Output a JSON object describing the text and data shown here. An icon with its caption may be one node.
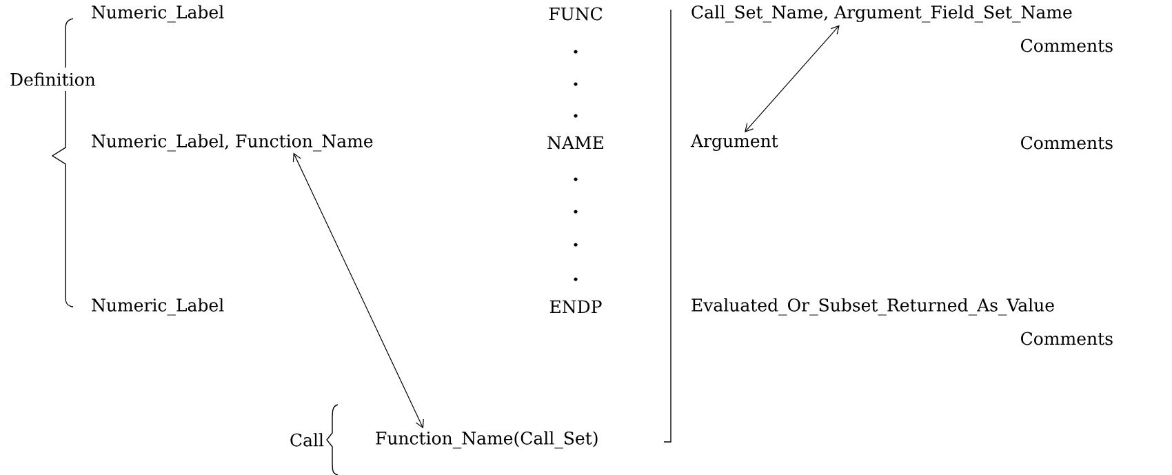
{
  "diagram": {
    "nodes": [
      {
        "text": [
          "Numeric_Label, Function_Name"
        ]
      },
      {
        "text": [
          "Function_Name(Call_Set)"
        ]
      },
      {
        "text": [
          "Call_Set_Name, Argument_Field_Set_Name"
        ]
      },
      {
        "text": [
          "Argument"
        ]
      }
    ],
    "edges": [
      {
        "from": 0,
        "to": 1,
        "arrow": "both"
      },
      {
        "from": 2,
        "to": 3,
        "arrow": "both"
      }
    ],
    "labels": [
      "Numeric_Label",
      "FUNC",
      "Comments",
      "Definition",
      "NAME",
      "Comments",
      "Numeric_Label",
      "ENDP",
      "Evaluated_Or_Subset_Returned_As_Value",
      "Comments",
      "Call"
    ]
  }
}
